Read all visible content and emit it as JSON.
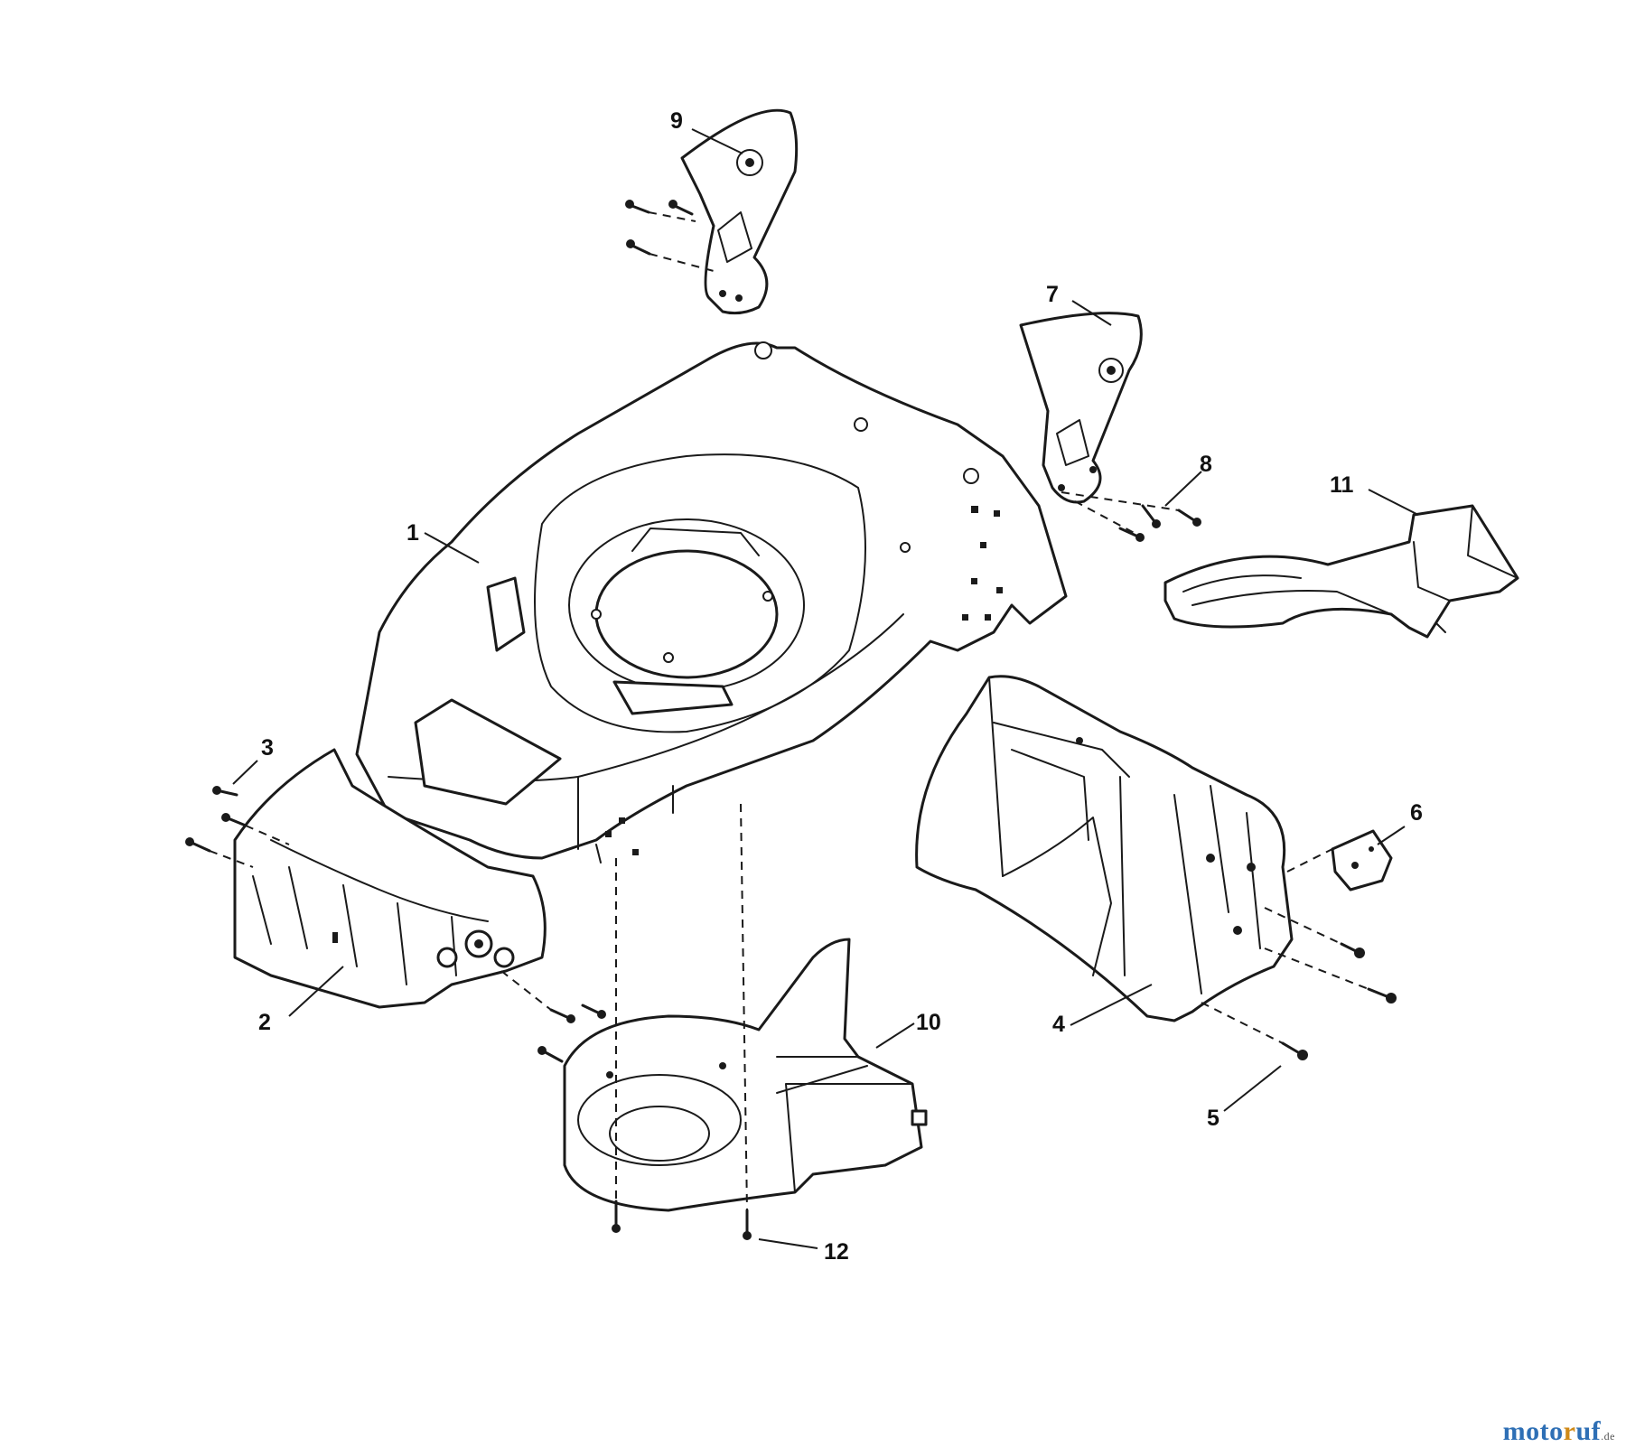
{
  "callouts": [
    {
      "id": "1",
      "label": "1"
    },
    {
      "id": "2",
      "label": "2"
    },
    {
      "id": "3",
      "label": "3"
    },
    {
      "id": "4",
      "label": "4"
    },
    {
      "id": "5",
      "label": "5"
    },
    {
      "id": "6",
      "label": "6"
    },
    {
      "id": "7",
      "label": "7"
    },
    {
      "id": "8",
      "label": "8"
    },
    {
      "id": "9",
      "label": "9"
    },
    {
      "id": "10",
      "label": "10"
    },
    {
      "id": "11",
      "label": "11"
    },
    {
      "id": "12",
      "label": "12"
    }
  ],
  "watermark": {
    "part_a": "moto",
    "part_b": "r",
    "part_c": "uf",
    "tld": ".de",
    "colors": {
      "blue": "#2e6fb5",
      "orange": "#d08a17"
    }
  }
}
